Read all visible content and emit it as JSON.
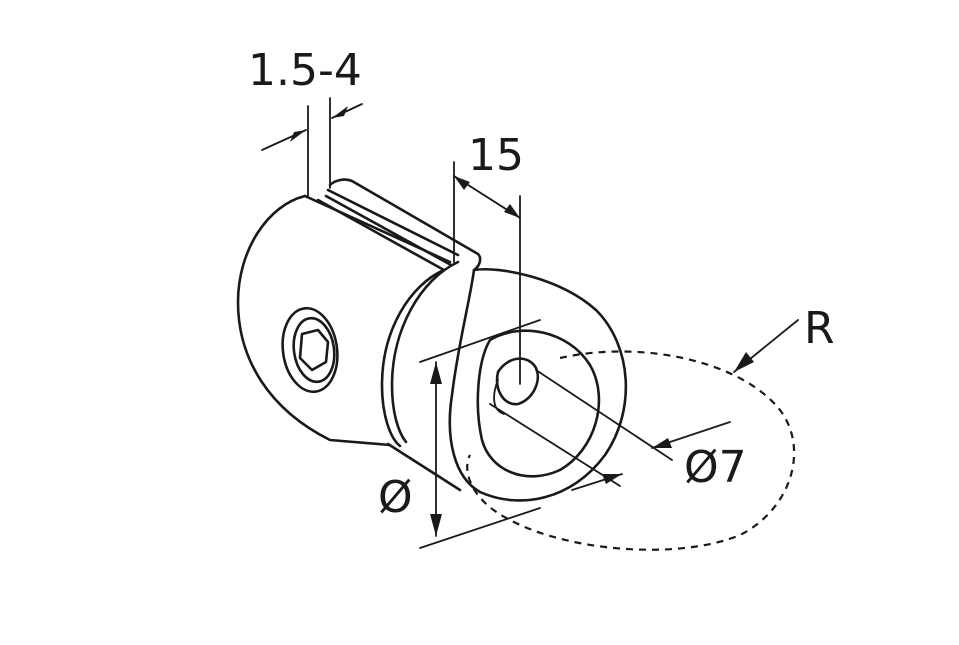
{
  "drawing": {
    "dimensions": {
      "clamp_range": "1.5-4",
      "width": "15",
      "radius": "R",
      "hole_diameter": "Ø7",
      "outer_diameter": "Ø"
    },
    "colors": {
      "line": "#1a1a1a",
      "background": "#ffffff"
    },
    "icons": [
      "hex-socket-screw-icon"
    ]
  }
}
